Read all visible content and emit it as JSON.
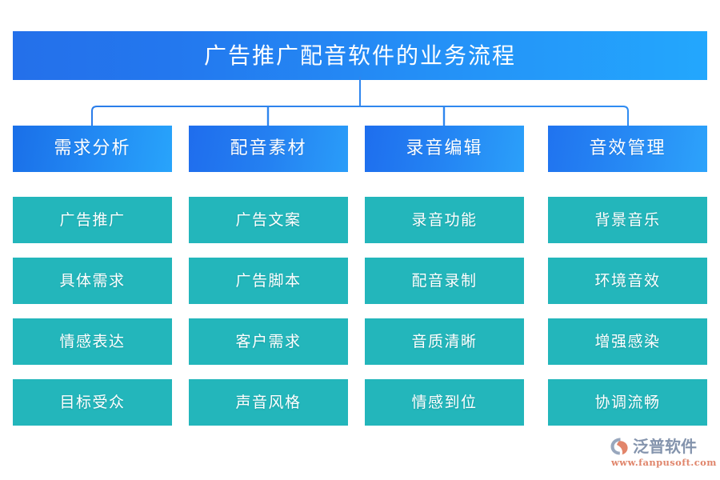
{
  "diagram": {
    "title": "广告推广配音软件的业务流程",
    "columns": [
      {
        "header": "需求分析",
        "items": [
          "广告推广",
          "具体需求",
          "情感表达",
          "目标受众"
        ]
      },
      {
        "header": "配音素材",
        "items": [
          "广告文案",
          "广告脚本",
          "客户需求",
          "声音风格"
        ]
      },
      {
        "header": "录音编辑",
        "items": [
          "录音功能",
          "配音录制",
          "音质清晰",
          "情感到位"
        ]
      },
      {
        "header": "音效管理",
        "items": [
          "背景音乐",
          "环境音效",
          "增强感染",
          "协调流畅"
        ]
      }
    ]
  },
  "logo": {
    "name": "泛普软件",
    "url": "www.fanpusoft.com",
    "mark_icon": "fanpu-swirl-logo-icon"
  },
  "colors": {
    "title_gradient_start": "#2470ea",
    "title_gradient_end": "#23a7fd",
    "header_gradient_start": "#1a6fe8",
    "header_gradient_end": "#28a4fb",
    "item_teal": "#23b6bb",
    "connector_line": "#2f86ee",
    "text_white": "#ffffff",
    "logo_name": "#8494ad",
    "logo_url": "#e0856b",
    "background": "#ffffff"
  }
}
